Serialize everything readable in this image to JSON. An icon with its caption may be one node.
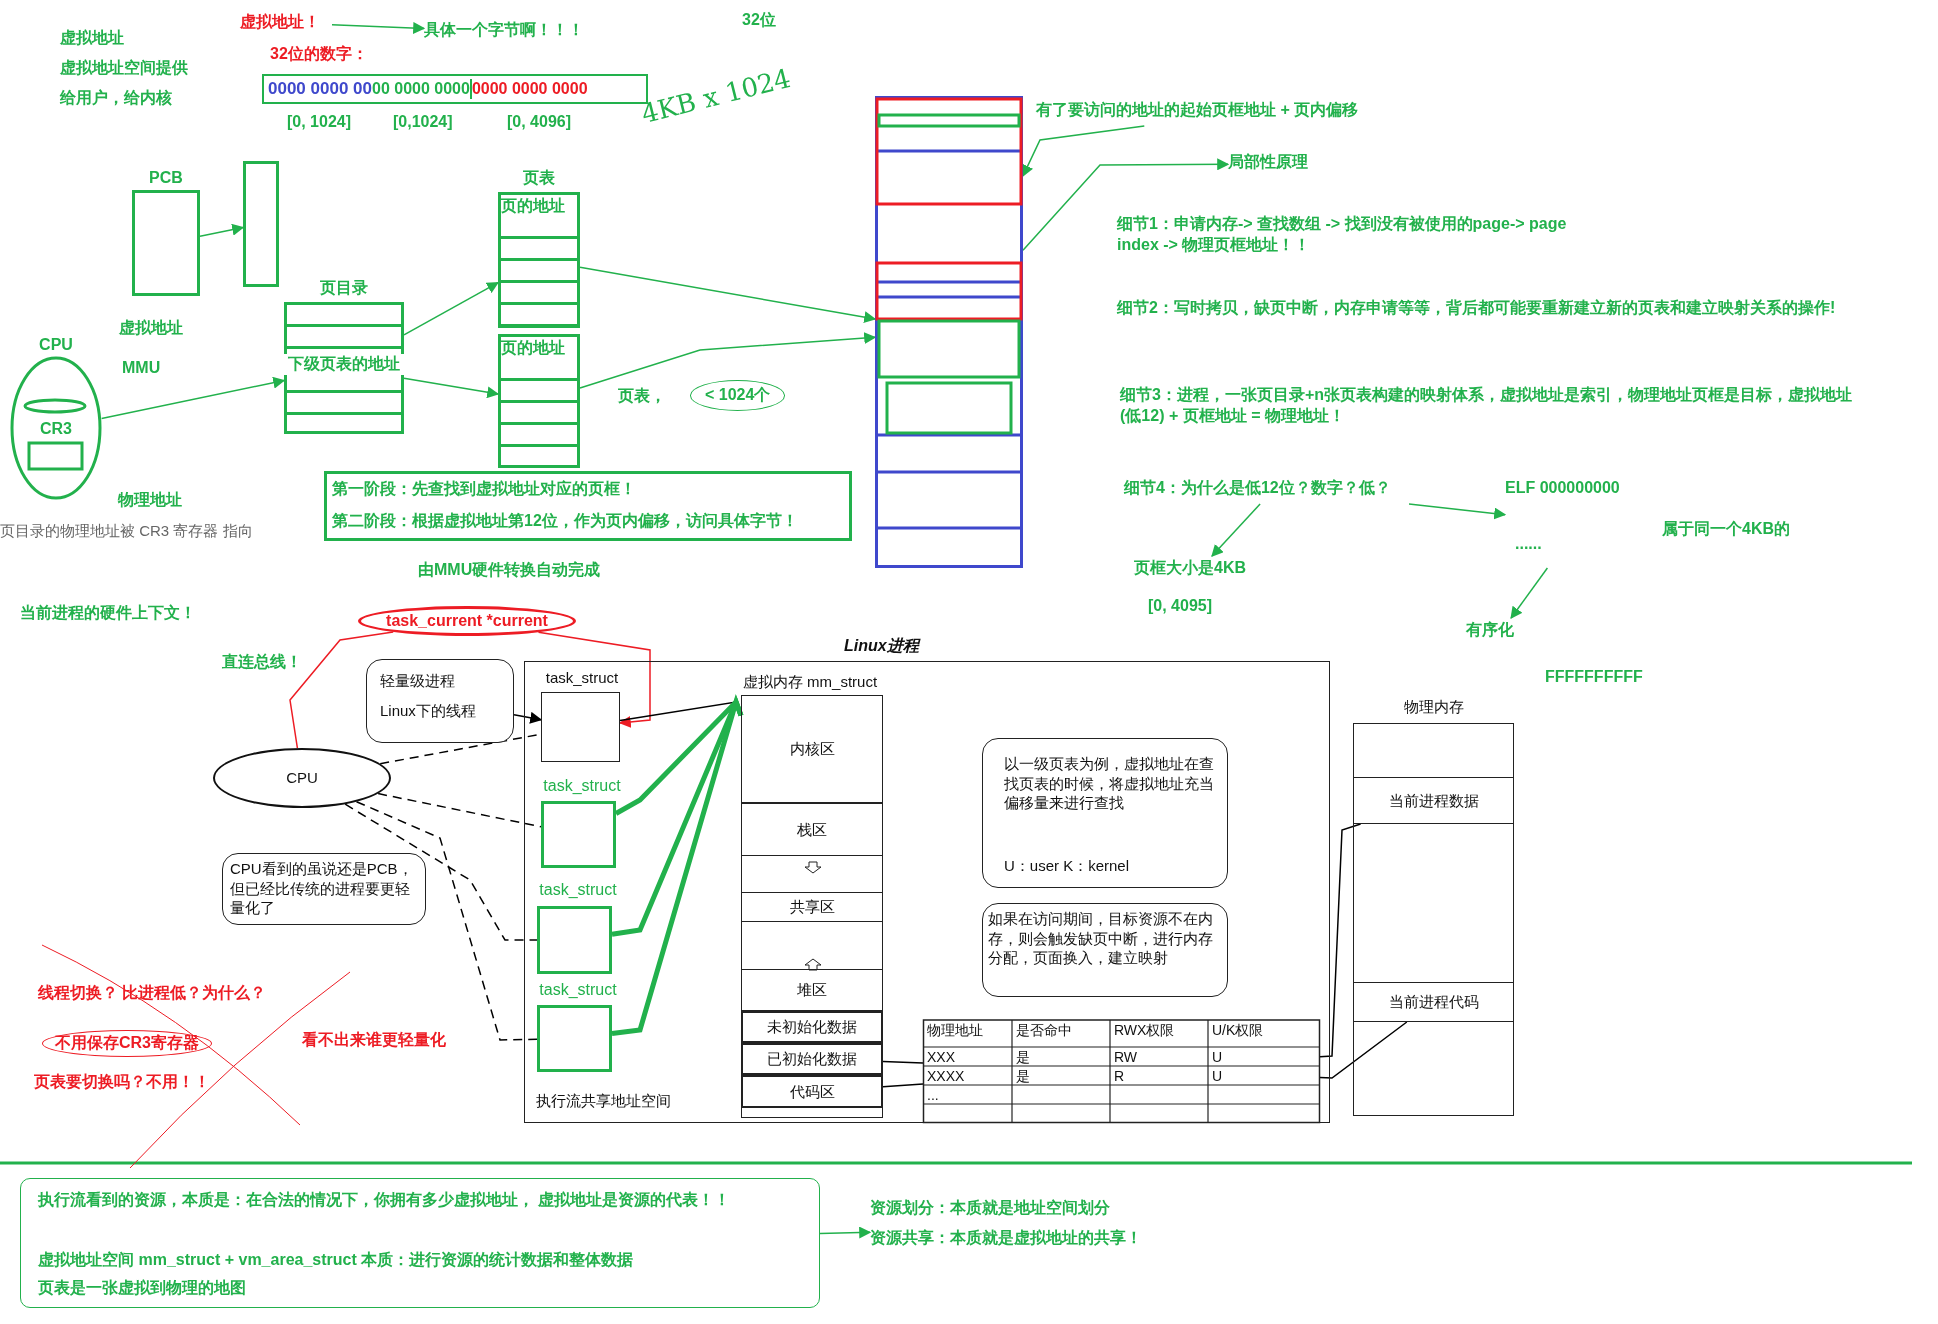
{
  "diagram": {
    "nodes": [
      {
        "text": [
          "虚拟地址！"
        ]
      },
      {
        "text": [
          "具体一个字节啊！！！"
        ]
      },
      {
        "text": [
          "0000 0000 00",
          "00 0000 0000",
          "0000 0000 0000"
        ],
        "beside": [
          "32位的数字：",
          "[0, 1024]",
          "[0,1024]",
          "[0, 4096]"
        ]
      },
      {
        "text": [
          "PCB"
        ]
      },
      {
        "text": [],
        "shape": "box"
      },
      {
        "text": [
          "页目录",
          "下级页表的地址"
        ]
      },
      {
        "text": [
          "页表",
          "页的地址"
        ]
      },
      {
        "text": [
          "页的地址"
        ]
      },
      {
        "text": [
          "CPU",
          "CR3"
        ]
      },
      {
        "text": [
          "第一阶段：先查找到虚拟地址对应的页框！",
          "第二阶段：根据虚拟地址第12位，作为页内偏移，访问具体字节！"
        ]
      },
      {
        "text": [],
        "shape": "box"
      },
      {
        "text": [
          "有了要访问的地址的起始页框地址 + 页内偏移"
        ]
      },
      {
        "text": [
          "局部性原理"
        ]
      },
      {
        "text": [
          "细节4：为什么是低12位？数字？低？"
        ]
      },
      {
        "text": [
          "页框大小是4KB"
        ]
      },
      {
        "text": [
          "ELF 000000000",
          "......"
        ]
      },
      {
        "text": [
          "有序化"
        ]
      },
      {
        "text": [
          "task_current *current"
        ]
      },
      {
        "text": [
          "CPU"
        ]
      },
      {
        "text": [
          "轻量级进程",
          "Linux下的线程"
        ]
      },
      {
        "text": [
          "CPU看到的虽说还是PCB，但已经比传统的进程要更轻量化了"
        ]
      },
      {
        "text": [
          "Linux进程",
          "执行流共享地址空间"
        ]
      },
      {
        "text": [
          "task_struct"
        ],
        "in": 21
      },
      {
        "text": [
          "task_struct"
        ],
        "in": 21
      },
      {
        "text": [
          "task_struct"
        ],
        "in": 21
      },
      {
        "text": [
          "task_struct"
        ],
        "in": 21
      },
      {
        "text": [
          "虚拟内存 mm_struct"
        ],
        "in": 21
      },
      {
        "text": [
          "内核区"
        ],
        "in": 26
      },
      {
        "text": [
          "栈区"
        ],
        "in": 26
      },
      {
        "text": [
          "共享区"
        ],
        "in": 26
      },
      {
        "text": [
          "堆区"
        ],
        "in": 26
      },
      {
        "text": [
          "未初始化数据"
        ],
        "in": 26
      },
      {
        "text": [
          "已初始化数据"
        ],
        "in": 26
      },
      {
        "text": [
          "代码区"
        ],
        "in": 26
      },
      {
        "text": [
          "以一级页表为例，虚拟地址在查找页表的时候，将虚拟地址充当偏移量来进行查找",
          "U：user K：kernel"
        ],
        "in": 21
      },
      {
        "text": [
          "如果在访问期间，目标资源不在内存，则会触发缺页中断，进行内存分配，页面换入，建立映射"
        ],
        "in": 21
      },
      {
        "text": [],
        "shape": "box",
        "in": 21
      },
      {
        "text": [
          "物理内存"
        ]
      },
      {
        "text": [
          "当前进程数据"
        ],
        "in": 37
      },
      {
        "text": [
          "当前进程代码"
        ],
        "in": 37
      },
      {
        "text": [
          "执行流看到的资源，本质是：在合法的情况下，你拥有多少虚拟地址， 虚拟地址是资源的代表！！",
          "虚拟地址空间 mm_struct + vm_area_struct 本质：进行资源的统计数据和整体数据",
          "页表是一张虚拟到物理的地图"
        ]
      },
      {
        "text": [
          "资源划分：本质就是地址空间划分",
          "资源共享：本质就是虚拟地址的共享！"
        ]
      }
    ],
    "edges": [
      {
        "from": 0,
        "to": 1,
        "arrow": "to"
      },
      {
        "from": 3,
        "to": 4,
        "arrow": "to"
      },
      {
        "from": 8,
        "to": 5,
        "arrow": "to"
      },
      {
        "from": 5,
        "to": 6,
        "arrow": "to"
      },
      {
        "from": 5,
        "to": 7,
        "arrow": "to"
      },
      {
        "from": 6,
        "to": 10,
        "arrow": "to"
      },
      {
        "from": 7,
        "to": 10,
        "arrow": "to"
      },
      {
        "from": 11,
        "to": 10,
        "arrow": "to"
      },
      {
        "from": 10,
        "to": 12,
        "arrow": "to"
      },
      {
        "from": 13,
        "to": 14,
        "arrow": "to"
      },
      {
        "from": 13,
        "to": 15,
        "arrow": "to"
      },
      {
        "from": 15,
        "to": 16,
        "arrow": "to"
      },
      {
        "from": 17,
        "to": 22,
        "arrow": "to",
        "color": "#ed1c24"
      },
      {
        "from": 17,
        "to": 18,
        "arrow": "none",
        "color": "#ed1c24"
      },
      {
        "from": 19,
        "to": 22,
        "arrow": "to",
        "color": "#000000"
      },
      {
        "from": 18,
        "to": 22,
        "arrow": "none",
        "style": "dashed",
        "color": "#000000"
      },
      {
        "from": 18,
        "to": 23,
        "arrow": "none",
        "style": "dashed",
        "color": "#000000"
      },
      {
        "from": 18,
        "to": 24,
        "arrow": "none",
        "style": "dashed",
        "color": "#000000"
      },
      {
        "from": 18,
        "to": 25,
        "arrow": "none",
        "style": "dashed",
        "color": "#000000"
      },
      {
        "from": 22,
        "to": 26,
        "arrow": "none",
        "color": "#000000"
      },
      {
        "from": 23,
        "to": 26,
        "arrow": "none",
        "style": "thick"
      },
      {
        "from": 24,
        "to": 26,
        "arrow": "none",
        "style": "thick"
      },
      {
        "from": 25,
        "to": 26,
        "arrow": "none",
        "style": "thick"
      },
      {
        "from": 32,
        "to": 36,
        "arrow": "none",
        "color": "#000000"
      },
      {
        "from": 33,
        "to": 36,
        "arrow": "none",
        "color": "#000000"
      },
      {
        "from": 36,
        "to": 38,
        "arrow": "none",
        "color": "#000000"
      },
      {
        "from": 36,
        "to": 39,
        "arrow": "none",
        "color": "#000000"
      },
      {
        "from": 40,
        "to": 41,
        "arrow": "to"
      }
    ],
    "labels": [
      "虚拟地址",
      "虚拟地址空间提供",
      "给用户，给内核",
      "32位",
      "4KB x 1024",
      "虚拟地址",
      "MMU",
      "页表，",
      "< 1024个",
      "物理地址",
      "页目录的物理地址被 CR3 寄存器 指向",
      "由MMU硬件转换自动完成",
      "细节1：申请内存-> 查找数组 -> 找到没有被使用的page-> page index -> 物理页框地址！！",
      "细节2：写时拷贝，缺页中断，内存申请等等，背后都可能要重新建立新的页表和建立映射关系的操作!",
      "细节3：进程，一张页目录+n张页表构建的映射体系，虚拟地址是索引，物理地址页框是目标，虚拟地址(低12) + 页框地址 = 物理地址！",
      "[0, 4095]",
      "属于同一个4KB的",
      "当前进程的硬件上下文！",
      "直连总线！",
      "FFFFFFFFFF",
      "线程切换？ 比进程低？为什么？",
      "不用保存CR3寄存器",
      "看不出来谁更轻量化",
      "页表要切换吗？不用！！",
      "物理地址",
      "是否命中",
      "RWX权限",
      "U/K权限",
      "XXX",
      "是",
      "RW",
      "U",
      "XXXX",
      "是",
      "R",
      "U",
      "..."
    ]
  }
}
